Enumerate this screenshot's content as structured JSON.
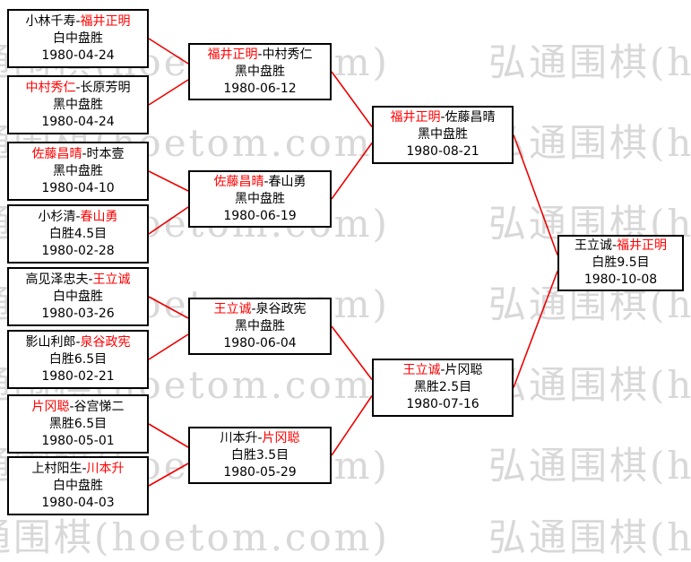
{
  "meta": {
    "separator": "-"
  },
  "watermark": {
    "text": "弘通围棋(hoetom.com)",
    "color": "#d8d8d8"
  },
  "colors": {
    "winner": "#ff0000",
    "line": "#ee0000",
    "border": "#000000"
  },
  "rounds": [
    {
      "name": "round1",
      "matches": [
        {
          "p1": "小林千寿",
          "p2": "福井正明",
          "winner": 2,
          "result": "白中盘胜",
          "date": "1980-04-24"
        },
        {
          "p1": "中村秀仁",
          "p2": "长原芳明",
          "winner": 1,
          "result": "黑中盘胜",
          "date": "1980-04-24"
        },
        {
          "p1": "佐藤昌晴",
          "p2": "时本壹",
          "winner": 1,
          "result": "黑中盘胜",
          "date": "1980-04-10"
        },
        {
          "p1": "小杉清",
          "p2": "春山勇",
          "winner": 2,
          "result": "白胜4.5目",
          "date": "1980-02-28"
        },
        {
          "p1": "高见泽忠夫",
          "p2": "王立诚",
          "winner": 2,
          "result": "白中盘胜",
          "date": "1980-03-26"
        },
        {
          "p1": "影山利郎",
          "p2": "泉谷政宪",
          "winner": 2,
          "result": "白胜6.5目",
          "date": "1980-02-21"
        },
        {
          "p1": "片冈聪",
          "p2": "谷宫悌二",
          "winner": 1,
          "result": "黑胜6.5目",
          "date": "1980-05-01"
        },
        {
          "p1": "上村阳生",
          "p2": "川本升",
          "winner": 2,
          "result": "白中盘胜",
          "date": "1980-04-03"
        }
      ]
    },
    {
      "name": "round2",
      "matches": [
        {
          "p1": "福井正明",
          "p2": "中村秀仁",
          "winner": 1,
          "result": "黑中盘胜",
          "date": "1980-06-12"
        },
        {
          "p1": "佐藤昌晴",
          "p2": "春山勇",
          "winner": 1,
          "result": "黑中盘胜",
          "date": "1980-06-19"
        },
        {
          "p1": "王立诚",
          "p2": "泉谷政宪",
          "winner": 1,
          "result": "黑中盘胜",
          "date": "1980-06-04"
        },
        {
          "p1": "川本升",
          "p2": "片冈聪",
          "winner": 2,
          "result": "白胜3.5目",
          "date": "1980-05-29"
        }
      ]
    },
    {
      "name": "semifinal",
      "matches": [
        {
          "p1": "福井正明",
          "p2": "佐藤昌晴",
          "winner": 1,
          "result": "黑中盘胜",
          "date": "1980-08-21"
        },
        {
          "p1": "王立诚",
          "p2": "片冈聪",
          "winner": 1,
          "result": "黑胜2.5目",
          "date": "1980-07-16"
        }
      ]
    },
    {
      "name": "final",
      "matches": [
        {
          "p1": "王立诚",
          "p2": "福井正明",
          "winner": 2,
          "result": "白胜9.5目",
          "date": "1980-10-08"
        }
      ]
    }
  ]
}
